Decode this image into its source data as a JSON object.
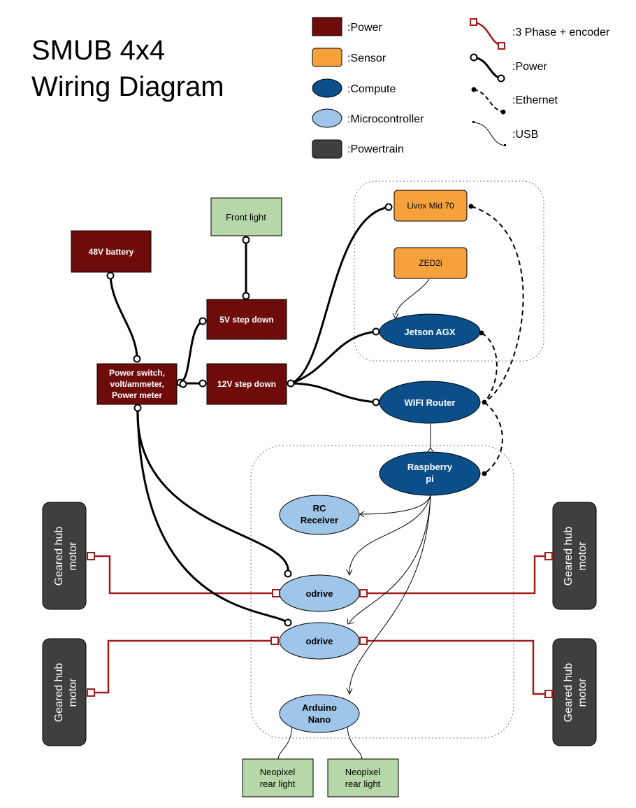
{
  "title": {
    "line1": "SMUB 4x4",
    "line2": "Wiring Diagram"
  },
  "legend": {
    "power_box": ":Power",
    "sensor": ":Sensor",
    "compute": ":Compute",
    "microcontroller": ":Microcontroller",
    "powertrain": ":Powertrain",
    "phase": ":3 Phase + encoder",
    "power_line": ":Power",
    "ethernet": ":Ethernet",
    "usb": ":USB"
  },
  "colors": {
    "power": "#6e0c0c",
    "sensor": "#f7a13d",
    "compute": "#0b4f8a",
    "microcontroller": "#9fc5e8",
    "powertrain": "#3f3f3f",
    "light": "#b6d7a8",
    "phase_wire": "#a01c1c"
  },
  "nodes": {
    "battery": "48V battery",
    "front_light": "Front light",
    "step5": "5V step down",
    "step12": "12V step down",
    "power_switch": {
      "l1": "Power switch,",
      "l2": "volt/ammeter,",
      "l3": "Power meter"
    },
    "livox": "Livox Mid 70",
    "zed": "ZED2i",
    "jetson": "Jetson AGX",
    "wifi": "WIFI Router",
    "rpi": {
      "l1": "Raspberry",
      "l2": "pi"
    },
    "rc": {
      "l1": "RC",
      "l2": "Receiver"
    },
    "odrive1": "odrive",
    "odrive2": "odrive",
    "arduino": {
      "l1": "Arduino",
      "l2": "Nano"
    },
    "neo1": {
      "l1": "Neopixel",
      "l2": "rear light"
    },
    "neo2": {
      "l1": "Neopixel",
      "l2": "rear light"
    },
    "motor_tl": {
      "l1": "Geared hub",
      "l2": "motor"
    },
    "motor_bl": {
      "l1": "Geared hub",
      "l2": "motor"
    },
    "motor_tr": {
      "l1": "Geared hub",
      "l2": "motor"
    },
    "motor_br": {
      "l1": "Geared hub",
      "l2": "motor"
    }
  }
}
